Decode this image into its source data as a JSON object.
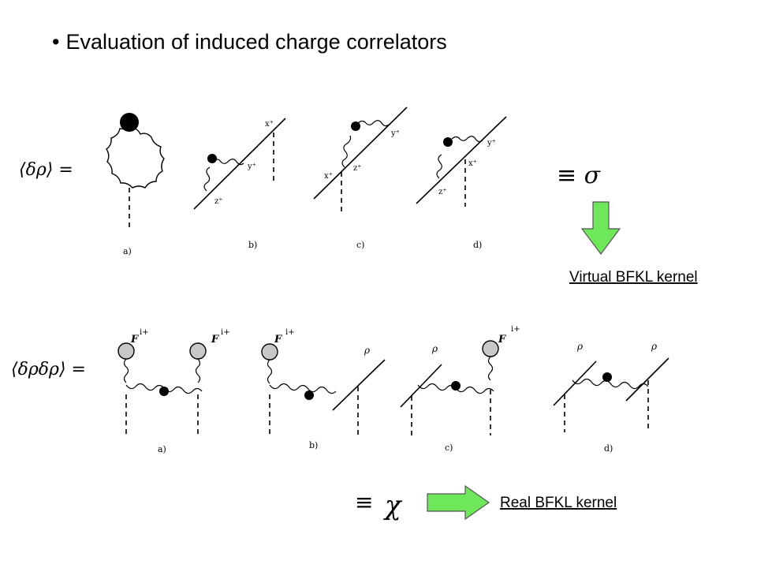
{
  "title": {
    "bullet": "•",
    "text": "Evaluation of induced charge correlators"
  },
  "virtual": {
    "lhs": "⟨δρ⟩ =",
    "equiv": "≡ σ",
    "arrow_color": "#6ee85a",
    "kernel_label": "Virtual BFKL kernel",
    "captions": [
      "a)",
      "b)",
      "c)",
      "d)"
    ],
    "labels": {
      "b_x": "x⁺",
      "b_y": "y⁺",
      "b_z": "z⁺",
      "c_y": "y⁺",
      "c_x": "x⁺",
      "c_z": "z⁺",
      "d_y": "y⁺",
      "d_x": "x⁺",
      "d_z": "z⁺"
    }
  },
  "real": {
    "lhs": "⟨δρδρ⟩ =",
    "equiv": "≡",
    "chi": "χ",
    "arrow_color": "#6ee85a",
    "kernel_label": "Real BFKL kernel",
    "captions": [
      "a)",
      "b)",
      "c)",
      "d)"
    ],
    "labels": {
      "F": "F",
      "sup": "i+",
      "rho": "ρ"
    }
  }
}
